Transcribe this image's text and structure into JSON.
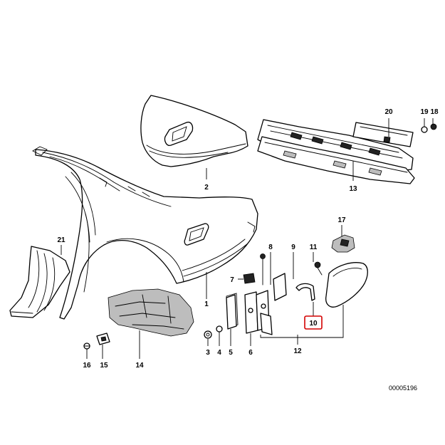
{
  "diagram": {
    "labels": {
      "p1": "1",
      "p2": "2",
      "p3": "3",
      "p4": "4",
      "p5": "5",
      "p6": "6",
      "p7": "7",
      "p8": "8",
      "p9": "9",
      "p10": "10",
      "p11": "11",
      "p12": "12",
      "p13": "13",
      "p14": "14",
      "p15": "15",
      "p16": "16",
      "p17": "17",
      "p18": "18",
      "p19": "19",
      "p20": "20",
      "p21": "21"
    },
    "highlighted_label": "10",
    "highlight_color": "#d40000",
    "diagram_code": "00005196"
  }
}
